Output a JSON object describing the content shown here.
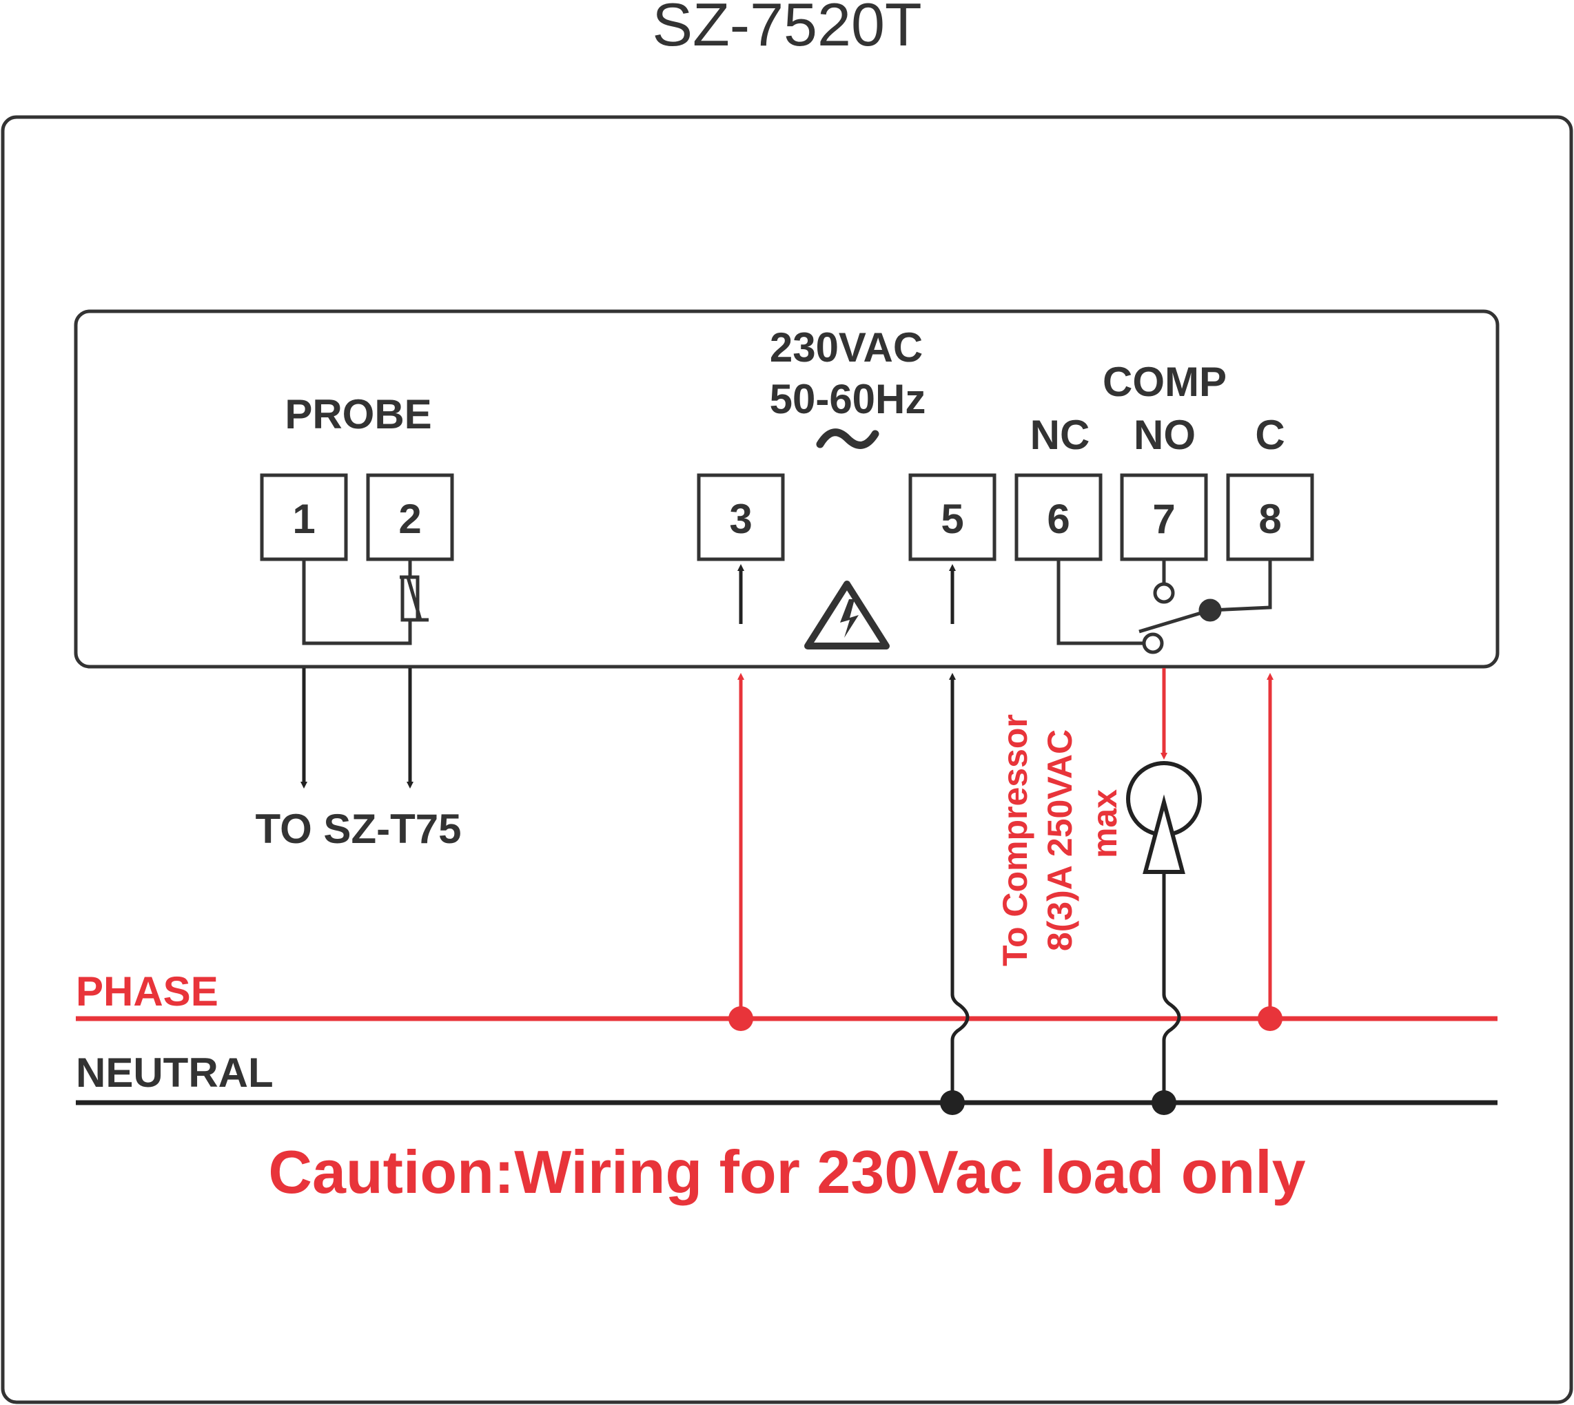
{
  "title": "SZ-7520T",
  "labels": {
    "probe": "PROBE",
    "supply_voltage": "230VAC",
    "supply_frequency": "50-60Hz",
    "ac_symbol": "~",
    "comp": "COMP",
    "nc": "NC",
    "no": "NO",
    "c": "C",
    "probe_target": "TO SZ-T75",
    "phase": "PHASE",
    "neutral": "NEUTRAL",
    "compressor_line1": "To Compressor",
    "compressor_line2": "8(3)A 250VAC",
    "compressor_line3": "max",
    "caution": "Caution:Wiring for 230Vac load only"
  },
  "terminals": [
    "1",
    "2",
    "3",
    "5",
    "6",
    "7",
    "8"
  ],
  "icons": {
    "hazard": "high-voltage-warning-icon",
    "probe_sensor": "ntc-sensor-icon",
    "relay": "relay-switch-icon",
    "compressor": "compressor-motor-icon"
  },
  "colors": {
    "line_dark": "#333333",
    "line_red": "#e8343a"
  }
}
